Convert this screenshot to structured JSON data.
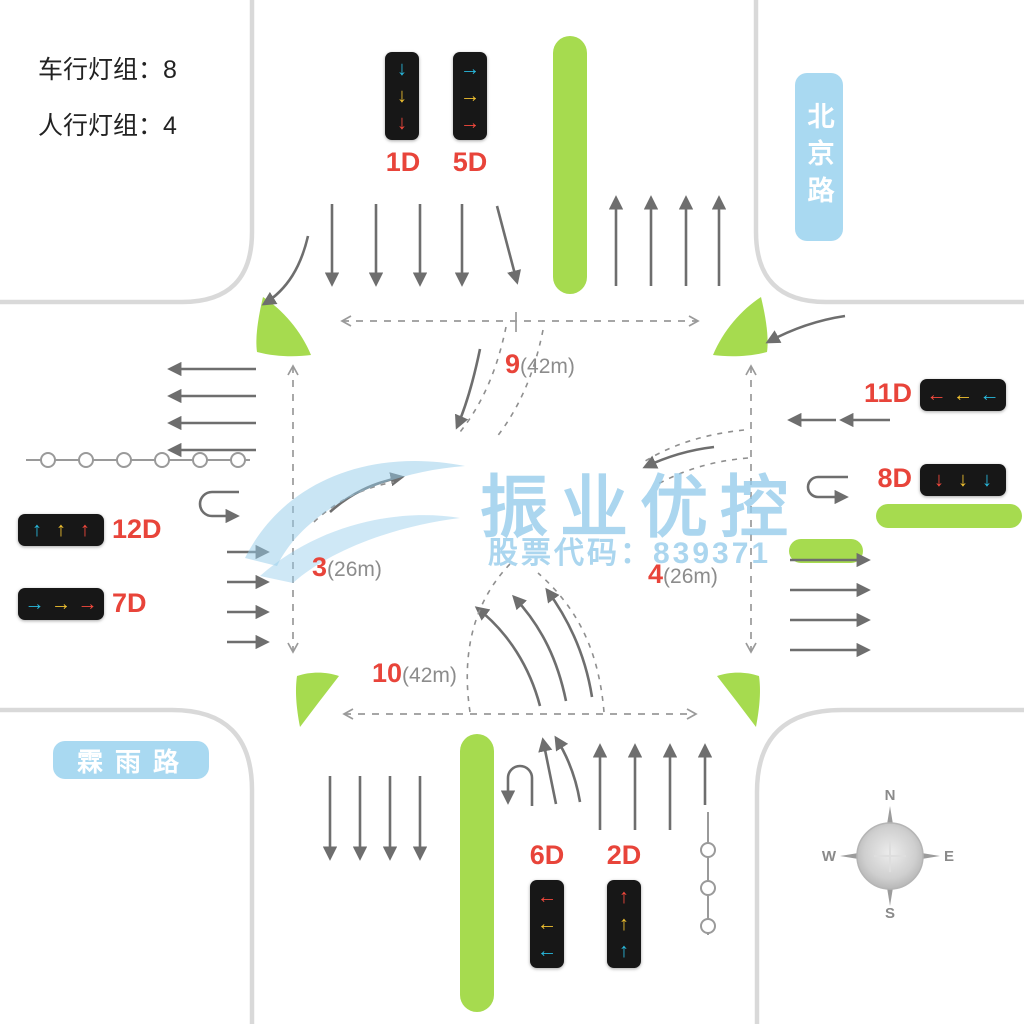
{
  "stats": {
    "vehicle_groups": "车行灯组：8",
    "ped_groups": "人行灯组：4"
  },
  "roads": {
    "north_badge": "北京路",
    "west_badge": "霖雨路"
  },
  "watermark": {
    "title": "振业优控",
    "subtitle": "股票代码：839371"
  },
  "compass": {
    "n": "N",
    "e": "E",
    "s": "S",
    "w": "W"
  },
  "colors": {
    "median_green": "#a6db4f",
    "arrow_cyan": "#29bade",
    "arrow_yellow": "#f2c230",
    "arrow_red": "#f5493d",
    "label_red": "#e8443a",
    "badge_blue": "#a9d9f1",
    "lane_gray": "#6e6e6e"
  },
  "measures": {
    "m9": {
      "num": "9",
      "dist": "(42m)"
    },
    "m10": {
      "num": "10",
      "dist": "(42m)"
    },
    "m3": {
      "num": "3",
      "dist": "(26m)"
    },
    "m4": {
      "num": "4",
      "dist": "(26m)"
    }
  },
  "lights": {
    "l1": {
      "label": "1D",
      "arrows": [
        {
          "glyph": "↓",
          "style": "color:#29bade"
        },
        {
          "glyph": "↓",
          "style": "color:#f2c230"
        },
        {
          "glyph": "↓",
          "style": "color:#f5493d"
        }
      ]
    },
    "l5": {
      "label": "5D",
      "arrows": [
        {
          "glyph": "→",
          "style": "color:#29bade"
        },
        {
          "glyph": "→",
          "style": "color:#f2c230"
        },
        {
          "glyph": "→",
          "style": "color:#f5493d"
        }
      ]
    },
    "l11": {
      "label": "11D",
      "arrows": [
        {
          "glyph": "←",
          "style": "color:#f5493d"
        },
        {
          "glyph": "←",
          "style": "color:#f2c230"
        },
        {
          "glyph": "←",
          "style": "color:#29bade"
        }
      ]
    },
    "l8": {
      "label": "8D",
      "arrows": [
        {
          "glyph": "↓",
          "style": "color:#f5493d"
        },
        {
          "glyph": "↓",
          "style": "color:#f2c230"
        },
        {
          "glyph": "↓",
          "style": "color:#29bade"
        }
      ]
    },
    "l12": {
      "label": "12D",
      "arrows": [
        {
          "glyph": "↑",
          "style": "color:#29bade"
        },
        {
          "glyph": "↑",
          "style": "color:#f2c230"
        },
        {
          "glyph": "↑",
          "style": "color:#f5493d"
        }
      ]
    },
    "l7": {
      "label": "7D",
      "arrows": [
        {
          "glyph": "→",
          "style": "color:#29bade"
        },
        {
          "glyph": "→",
          "style": "color:#f2c230"
        },
        {
          "glyph": "→",
          "style": "color:#f5493d"
        }
      ]
    },
    "l6": {
      "label": "6D",
      "arrows": [
        {
          "glyph": "←",
          "style": "color:#f5493d"
        },
        {
          "glyph": "←",
          "style": "color:#f2c230"
        },
        {
          "glyph": "←",
          "style": "color:#29bade"
        }
      ]
    },
    "l2": {
      "label": "2D",
      "arrows": [
        {
          "glyph": "↑",
          "style": "color:#f5493d"
        },
        {
          "glyph": "↑",
          "style": "color:#f2c230"
        },
        {
          "glyph": "↑",
          "style": "color:#29bade"
        }
      ]
    }
  }
}
